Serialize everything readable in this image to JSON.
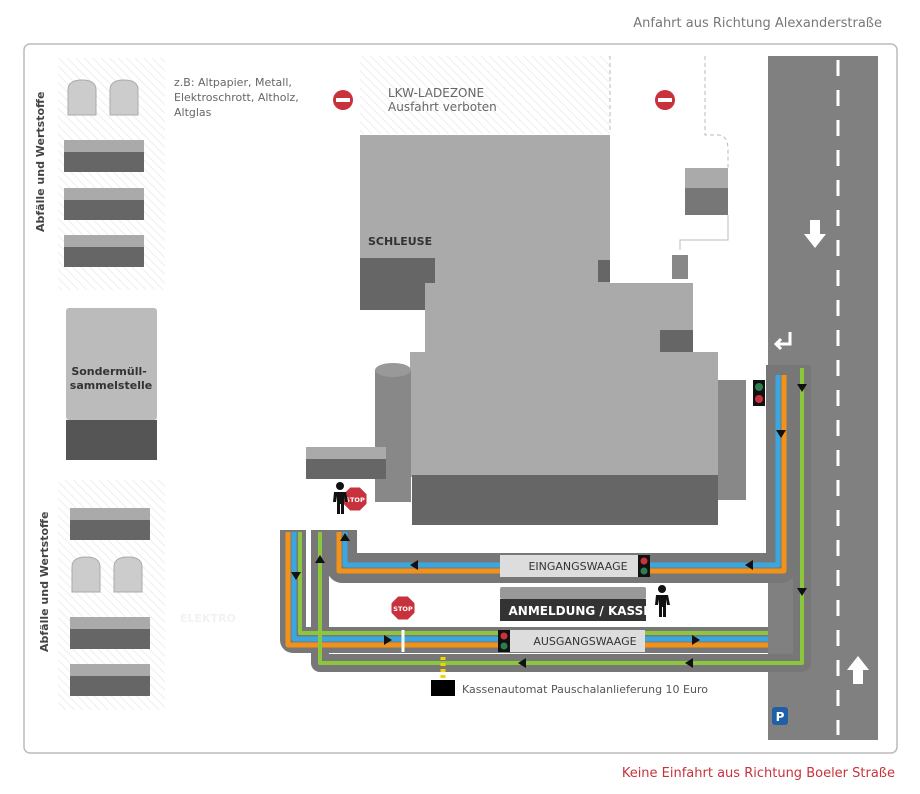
{
  "header": {
    "direction_note": "Anfahrt aus Richtung Alexanderstraße"
  },
  "footer": {
    "warning_note": "Keine Einfahrt aus Richtung Boeler Straße"
  },
  "labels": {
    "waste_top": "Abfälle und Wertstoffe",
    "waste_bottom": "Abfälle und Wertstoffe",
    "examples": [
      "z.B: Altpapier, Metall,",
      "Elektroschrott, Altholz,",
      "Altglas"
    ],
    "loading_zone": [
      "LKW-LADEZONE",
      "Ausfahrt verboten"
    ],
    "sluice": "SCHLEUSE",
    "hazardous": [
      "Sondermüll-",
      "sammelstelle"
    ],
    "electro": "ELEKTRO",
    "entry_scale": "EINGANGSWAAGE",
    "registration": "ANMELDUNG / KASSE",
    "exit_scale": "AUSGANGSWAAGE",
    "stop": "STOP",
    "pay_machine": "Kassenautomat Pauschalanlieferung 10 Euro",
    "parking": "P"
  },
  "colors": {
    "accent_red": "#c8323c",
    "lane_blue": "#3aa7e0",
    "lane_orange": "#f39218",
    "lane_green": "#8cc63f",
    "road": "#808080"
  }
}
